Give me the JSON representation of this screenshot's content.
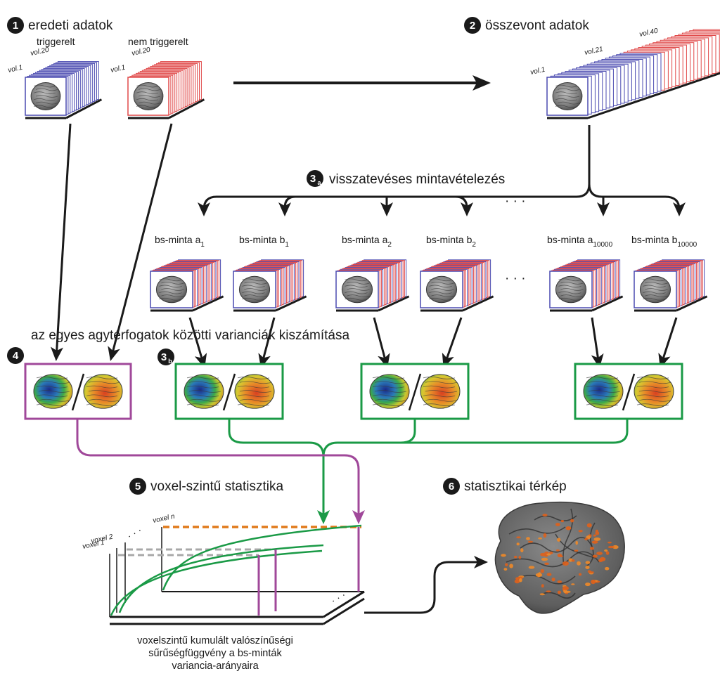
{
  "steps": {
    "s1": {
      "num": "1",
      "label": "eredeti adatok"
    },
    "s2": {
      "num": "2",
      "label": "összevont adatok"
    },
    "s3a": {
      "num": "3",
      "sub": "a",
      "label": "visszatevéses mintavételezés"
    },
    "s3b": {
      "num": "3",
      "sub": "b"
    },
    "s4": {
      "num": "4",
      "label": "az egyes agytérfogatok közötti varianciák kiszámítása"
    },
    "s5": {
      "num": "5",
      "label": "voxel-szintű statisztika"
    },
    "s6": {
      "num": "6",
      "label": "statisztikai térkép"
    }
  },
  "original": {
    "triggered": {
      "label": "triggerelt",
      "vol_first": "vol.1",
      "vol_last": "vol.20"
    },
    "nontriggered": {
      "label": "nem triggerelt",
      "vol_first": "vol.1",
      "vol_last": "vol.20"
    }
  },
  "pooled": {
    "vol_first": "vol.1",
    "vol_mid": "vol.21",
    "vol_last": "vol.40"
  },
  "bootstrap": {
    "samples": [
      {
        "base": "bs-minta a",
        "sub": "1"
      },
      {
        "base": "bs-minta b",
        "sub": "1"
      },
      {
        "base": "bs-minta a",
        "sub": "2"
      },
      {
        "base": "bs-minta b",
        "sub": "2"
      },
      {
        "base": "bs-minta a",
        "sub": "10000"
      },
      {
        "base": "bs-minta b",
        "sub": "10000"
      }
    ],
    "ellipsis": "· · ·"
  },
  "cdf": {
    "voxels": [
      "voxel n",
      "voxel 2",
      "voxel 1"
    ],
    "dots": "· · ·",
    "caption": [
      "voxelszintű kumulált valószínűségi",
      "sűrűségfüggvény a bs-minták",
      "variancia-arányaira"
    ]
  },
  "colors": {
    "blue": "#4a4ab0",
    "red": "#e04848",
    "green": "#1a9a46",
    "magenta": "#a0489a",
    "orange": "#e07a1a",
    "gray": "#a8a8a8",
    "black": "#1a1a1a"
  }
}
